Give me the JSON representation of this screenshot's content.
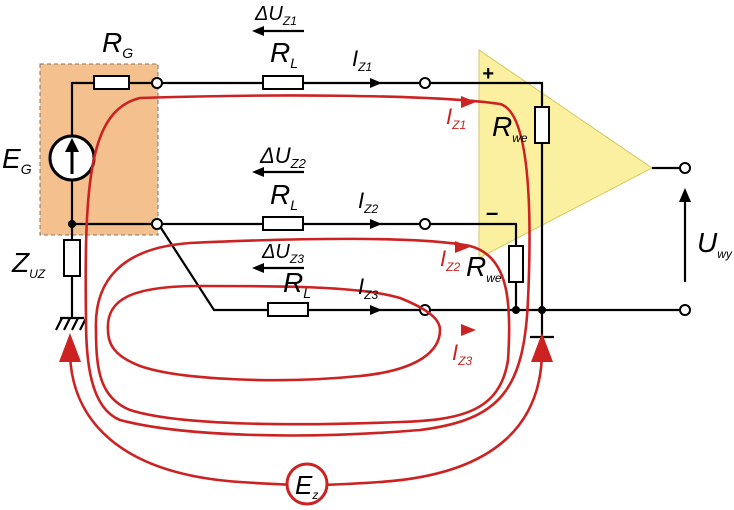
{
  "colors": {
    "wire": "#000000",
    "loop": "#cc2222",
    "source_box": "#f4c08e",
    "amplifier": "#fbf0a0",
    "terminal_fill": "#ffffff"
  },
  "labels": {
    "rg": "R",
    "rg_sub": "G",
    "eg": "E",
    "eg_sub": "G",
    "zuz": "Z",
    "zuz_sub": "UZ",
    "rl1": "R",
    "rl1_sub": "L",
    "rl2": "R",
    "rl2_sub": "L",
    "rl3": "R",
    "rl3_sub": "L",
    "du1": "ΔU",
    "du1_sub": "Z1",
    "du2": "ΔU",
    "du2_sub": "Z2",
    "du3": "ΔU",
    "du3_sub": "Z3",
    "iz1_black": "I",
    "iz1_black_sub": "Z1",
    "iz2_black": "I",
    "iz2_black_sub": "Z2",
    "iz3_black": "I",
    "iz3_black_sub": "Z3",
    "iz1_red": "I",
    "iz1_red_sub": "Z1",
    "iz2_red": "I",
    "iz2_red_sub": "Z2",
    "iz3_red": "I",
    "iz3_red_sub": "Z3",
    "rwe1": "R",
    "rwe1_sub": "we",
    "rwe2": "R",
    "rwe2_sub": "we",
    "uwy": "U",
    "uwy_sub": "wy",
    "ez": "E",
    "ez_sub": "z",
    "plus": "+",
    "minus": "–"
  }
}
